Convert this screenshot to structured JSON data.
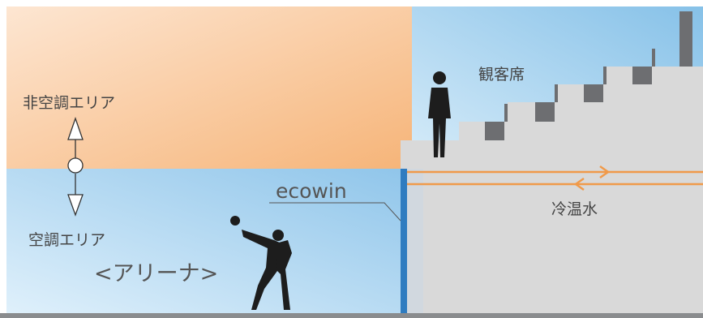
{
  "labels": {
    "non_ac_area": "非空調エリア",
    "ac_area": "空調エリア",
    "arena": "<アリーナ>",
    "product": "ecowin",
    "seats": "観客席",
    "water": "冷温水"
  },
  "colors": {
    "warm_top": "#fde3cc",
    "warm_bottom": "#f7b77a",
    "cool_light": "#dbeefa",
    "cool_dark": "#8ec6ea",
    "stand": "#d9d9d9",
    "riser": "#6d6e71",
    "ecowin_panel": "#2f7cc0",
    "pipe": "#f09a4a",
    "floor": "#8a8c8e",
    "text": "#444444"
  }
}
